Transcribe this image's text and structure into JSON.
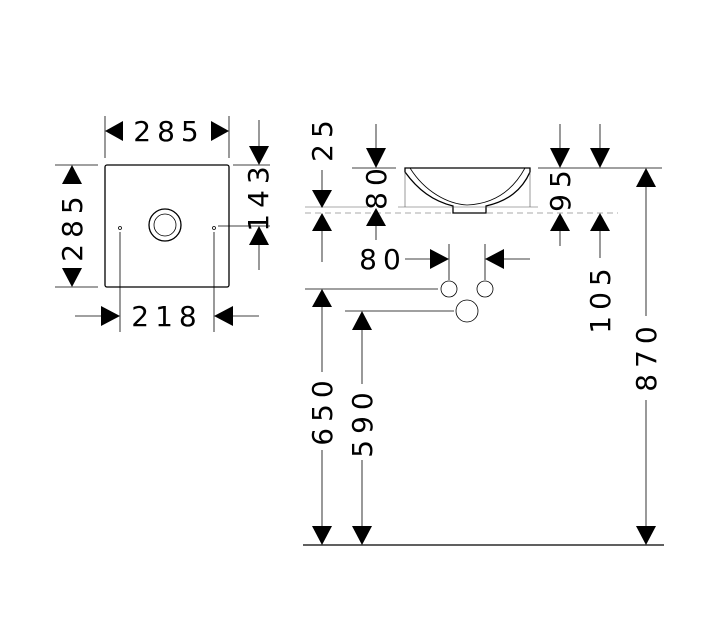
{
  "plan_view": {
    "width_top": "285",
    "height_left": "285",
    "hole_spacing": "218",
    "drain_offset": "143"
  },
  "side_view": {
    "rim_offset": "25",
    "bowl_depth": "80",
    "drain_height": "95",
    "valve_spacing": "80",
    "valve_drop": "105",
    "valve_height": "650",
    "trap_height": "590",
    "total_height": "870"
  }
}
